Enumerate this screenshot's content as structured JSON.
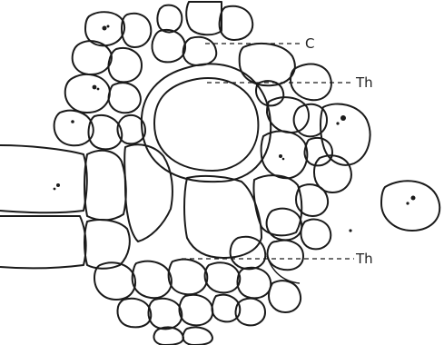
{
  "figure": {
    "labels": {
      "c": "C",
      "th_upper": "Th",
      "th_lower": "Th"
    }
  }
}
